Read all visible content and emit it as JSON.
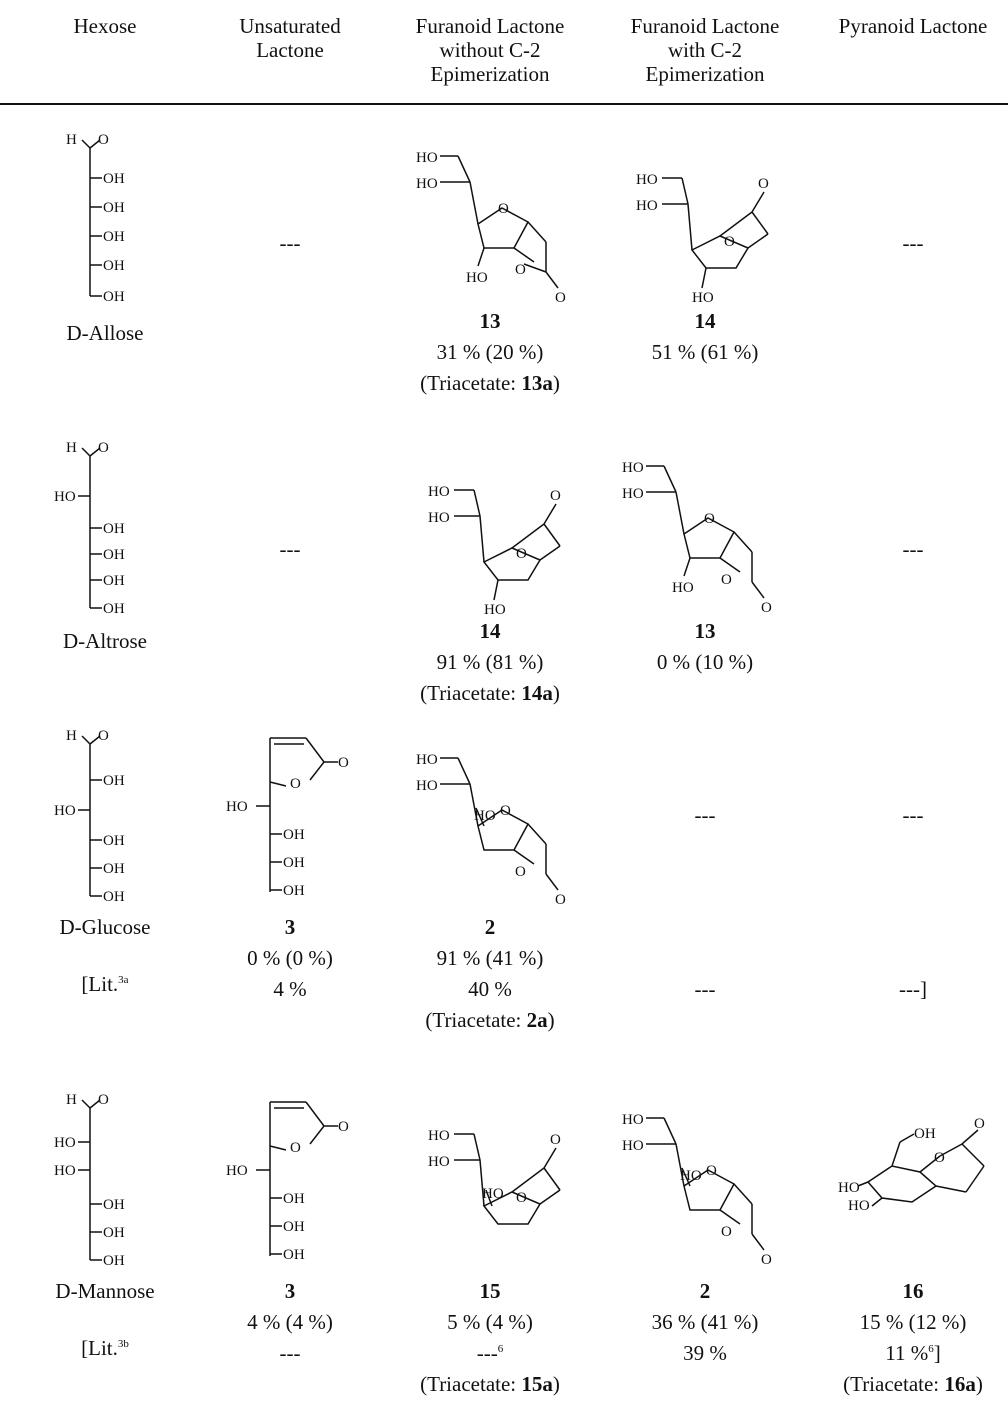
{
  "headers": [
    "Hexose",
    "Unsaturated\nLactone",
    "Furanoid Lactone\nwithout C-2\nEpimerization",
    "Furanoid Lactone\nwith C-2\nEpimerization",
    "Pyranoid Lactone"
  ],
  "rows": [
    {
      "hexose": "D-Allose",
      "unsat": "---",
      "fur1": {
        "compound": "13",
        "yield": "31 % (20 %)",
        "triacetate_label": "(Triacetate: ",
        "triacetate": "13a",
        "close": ")"
      },
      "fur2": {
        "compound": "14",
        "yield": "51 % (61 %)"
      },
      "pyr": "---"
    },
    {
      "hexose": "D-Altrose",
      "unsat": "---",
      "fur1": {
        "compound": "14",
        "yield": "91 % (81 %)",
        "triacetate_label": "(Triacetate: ",
        "triacetate": "14a",
        "close": ")"
      },
      "fur2": {
        "compound": "13",
        "yield": "0 % (10 %)"
      },
      "pyr": "---"
    },
    {
      "hexose": "D-Glucose",
      "lit_label": "[Lit.",
      "lit_ref": "3a",
      "unsat": {
        "compound": "3",
        "yield": "0 % (0 %)",
        "lit": "4 %"
      },
      "fur1": {
        "compound": "2",
        "yield": "91 % (41 %)",
        "lit": "40 %",
        "triacetate_label": "(Triacetate: ",
        "triacetate": "2a",
        "close": ")"
      },
      "fur2": {
        "dash": "---",
        "lit": "---"
      },
      "pyr": {
        "dash": "---",
        "lit": "---]"
      }
    },
    {
      "hexose": "D-Mannose",
      "lit_label": "[Lit.",
      "lit_ref": "3b",
      "unsat": {
        "compound": "3",
        "yield": "4 % (4 %)",
        "lit": "---"
      },
      "fur1": {
        "compound": "15",
        "yield": "5 % (4 %)",
        "lit": "---",
        "lit_sup": "6",
        "triacetate_label": "(Triacetate: ",
        "triacetate": "15a",
        "close": ")"
      },
      "fur2": {
        "compound": "2",
        "yield": "36 % (41 %)",
        "lit": "39 %"
      },
      "pyr": {
        "compound": "16",
        "yield": "15 % (12 %)",
        "lit": "11 %",
        "lit_sup": "6",
        "lit_close": "]",
        "triacetate_label": "(Triacetate: ",
        "triacetate": "16a",
        "close": ")"
      }
    }
  ],
  "atom_labels": {
    "oh": "OH",
    "ho": "HO",
    "h": "H",
    "o": "O"
  }
}
